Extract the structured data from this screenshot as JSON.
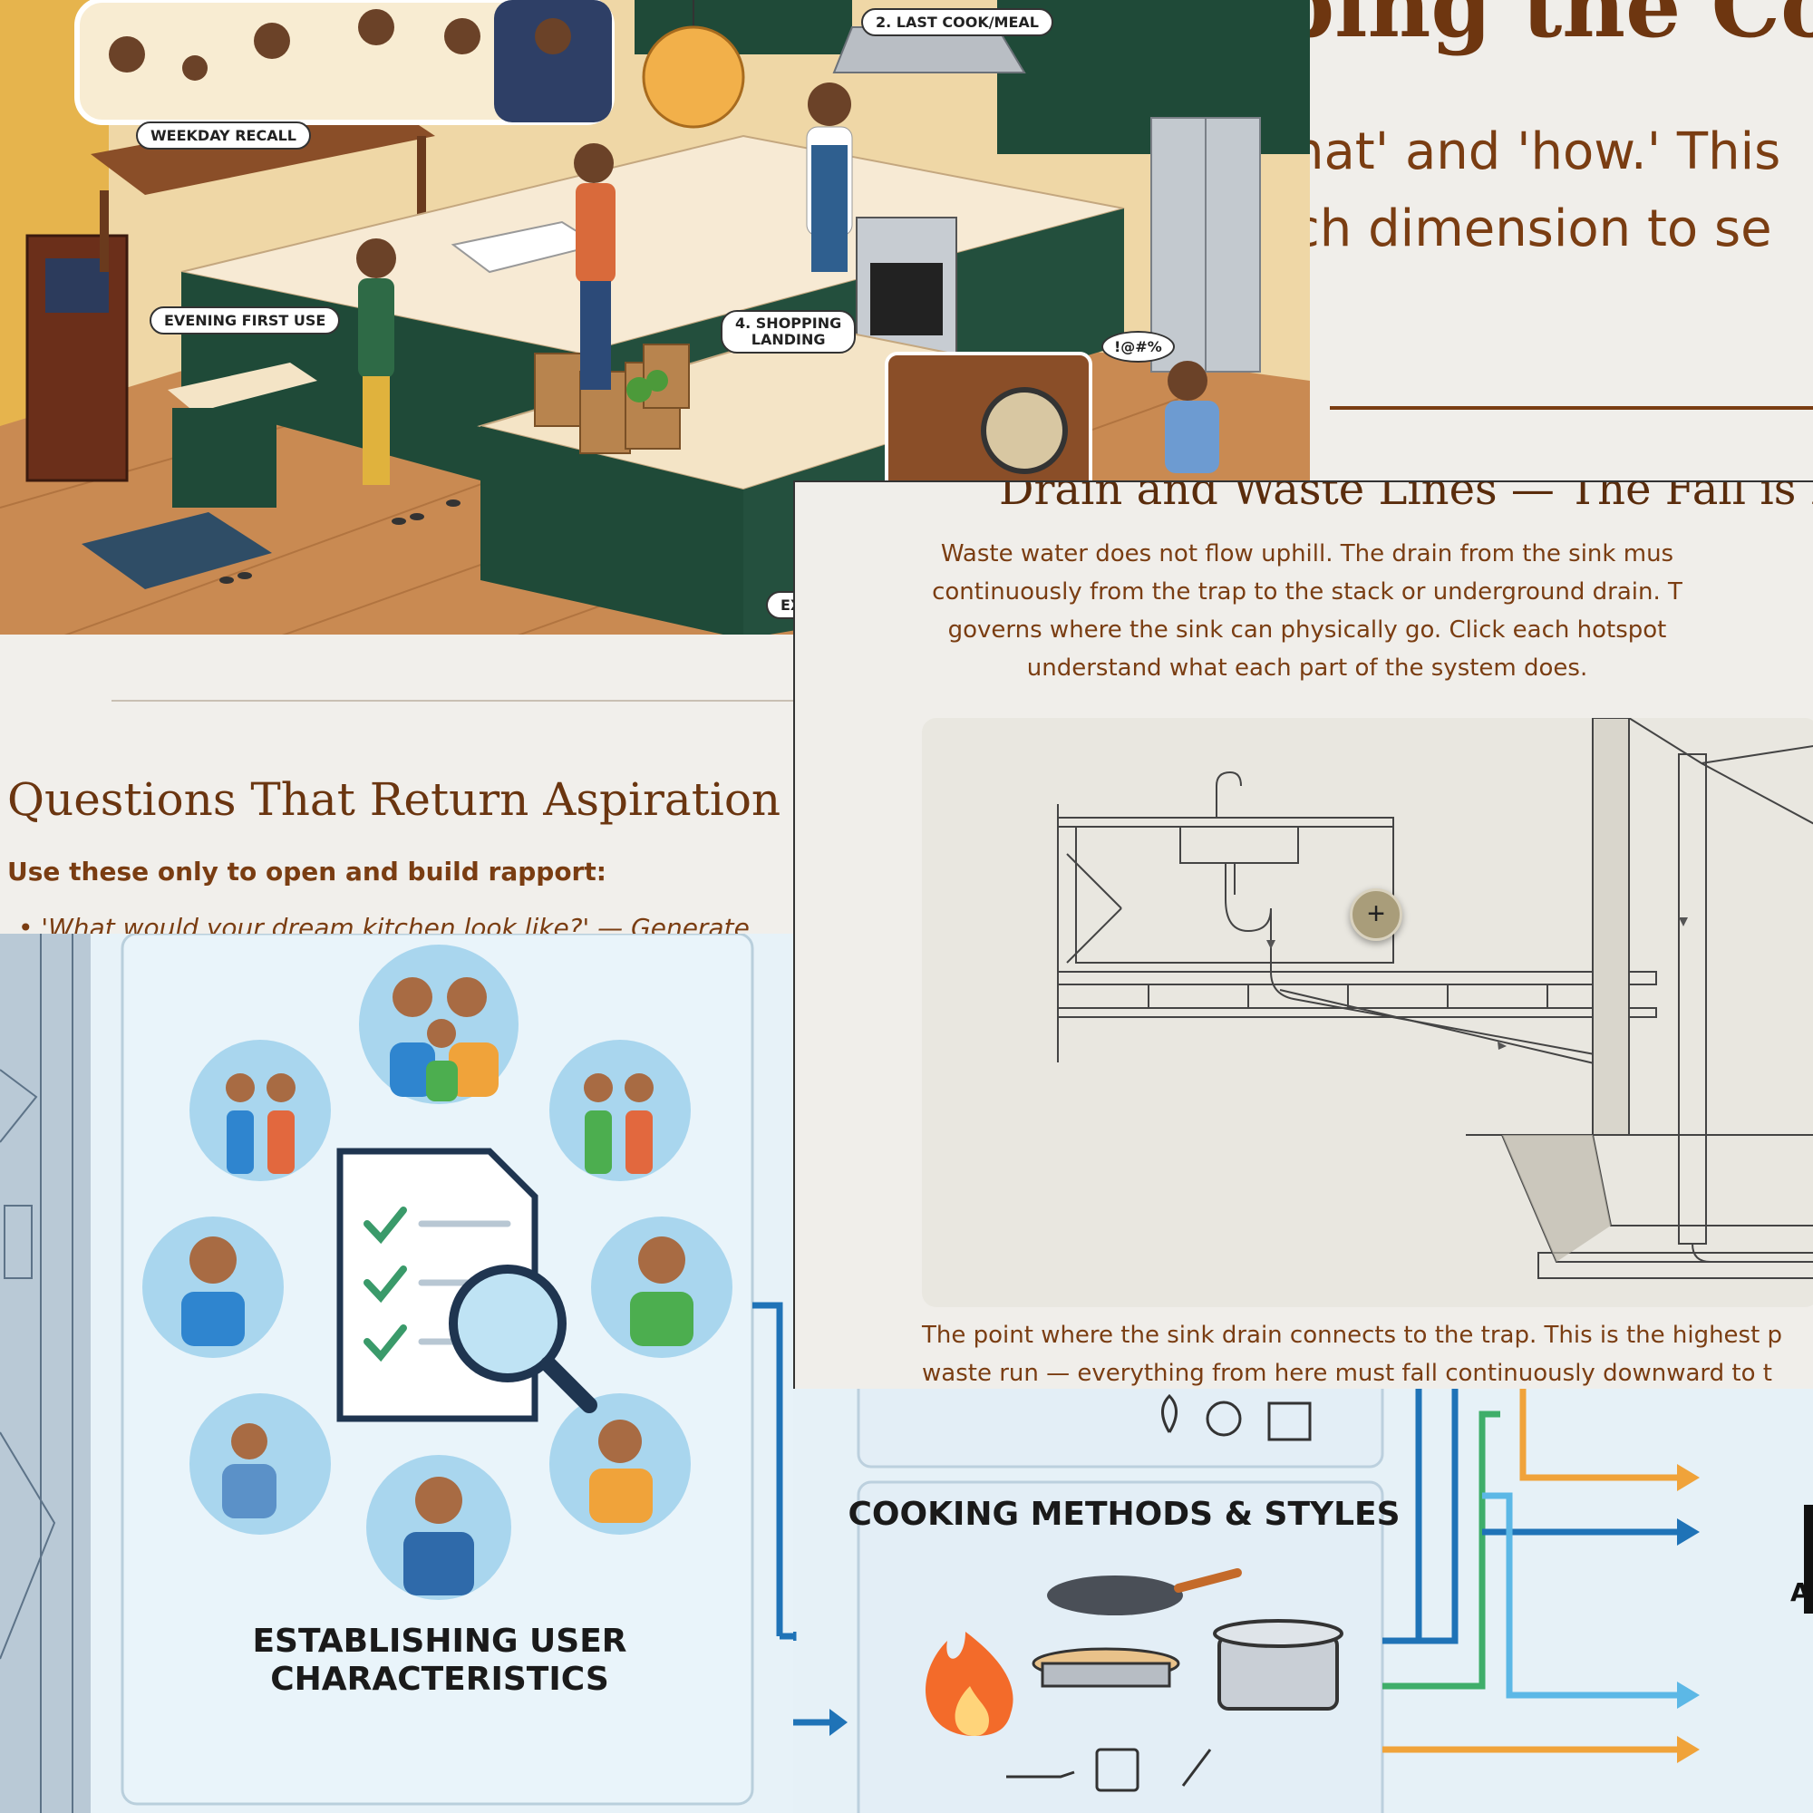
{
  "kitchen_scene": {
    "callouts": {
      "weekday_recall": "WEEKDAY RECALL",
      "last_cook_meal": "2. LAST COOK/MEAL",
      "evening_first_use": "EVENING FIRST USE",
      "shopping_landing_line1": "4. SHOPPING",
      "shopping_landing_line2": "LANDING",
      "frustration": "!@#%",
      "cut_off": "EX"
    },
    "colors": {
      "cabinet_green": "#1f4a38",
      "wall_yellow": "#e9b44a",
      "floor_wood": "#c98a52"
    }
  },
  "heading_page": {
    "title_fragment": "ping the Co",
    "line1": "nat' and 'how.' This",
    "line2": "ch dimension to se"
  },
  "questions_page": {
    "heading": "Questions That Return Aspiration",
    "subheading": "Use these only to open and build rapport:",
    "bullet1": "'What would your dream kitchen look like?' — Generate"
  },
  "infographic": {
    "card_label_line1": "ESTABLISHING USER",
    "card_label_line2": "CHARACTERISTICS"
  },
  "drain_page": {
    "title": "Drain and Waste Lines — The Fall is Everyt",
    "intro_line1": "Waste water does not flow uphill. The drain from the sink mus",
    "intro_line2": "continuously from the trap to the stack or underground drain. T",
    "intro_line3": "governs where the sink can physically go. Click each hotspot",
    "intro_line4": "understand what each part of the system does.",
    "hotspot_symbol": "+",
    "caption_line1": "The point where the sink drain connects to the trap. This is the highest p",
    "caption_line2": "waste run — everything from here must fall continuously downward to t"
  },
  "flowchart": {
    "cooking_label": "COOKING METHODS & STYLES",
    "cut_letter": "A",
    "colors": {
      "blue": "#1f73b7",
      "orange": "#f0a33a",
      "green": "#3fae6a",
      "light_blue": "#5cb8e6"
    }
  }
}
